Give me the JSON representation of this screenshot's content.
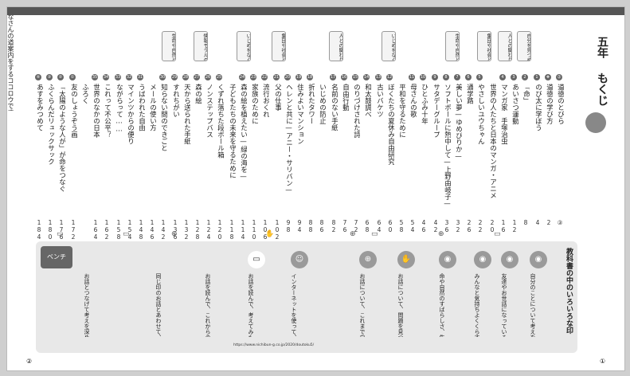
{
  "header": {
    "grade": "五年",
    "mokuji": "もくじ",
    "lead": "みなさんの道案内をするココロウです。しっかり学んでいきましょう。"
  },
  "entries": [
    {
      "num": "➂",
      "title": "道徳のとびら",
      "page": "③"
    },
    {
      "num": "❖",
      "title": "道徳の学び方",
      "page": "2"
    },
    {
      "num": "1",
      "title": "のび太に学ぼう",
      "page": "4"
    },
    {
      "num": "2",
      "title": "「命」",
      "page": "8"
    },
    {
      "num": "3",
      "title": "あいさつ運動",
      "page": "12"
    },
    {
      "num": "4",
      "title": "マンガ家　手塚治虫",
      "page": "16"
    },
    {
      "num": "",
      "title": "世界の人たちと日本のマンガ・アニメ",
      "page": "20"
    },
    {
      "num": "5",
      "title": "やさしいユウちゃん",
      "page": "22"
    },
    {
      "num": "6",
      "title": "通学路",
      "page": "26"
    },
    {
      "num": "7",
      "title": "美しい夢—ゆめぴりか—",
      "page": "32"
    },
    {
      "num": "8",
      "title": "ソフトボールに熱中して—上野由岐子—",
      "page": "36"
    },
    {
      "num": "9",
      "title": "サタデーグループ",
      "page": "42"
    },
    {
      "num": "10",
      "title": "ひとふみ十年",
      "page": "46"
    },
    {
      "num": "11",
      "title": "母さんの歌",
      "page": "54"
    },
    {
      "num": "",
      "title": "平和を守るために",
      "page": "58"
    },
    {
      "num": "12",
      "title": "ぼくたちの夏休み自由研究",
      "page": "60"
    },
    {
      "num": "13",
      "title": "古いバケツ",
      "page": "64"
    },
    {
      "num": "14",
      "title": "和太鼓調べ",
      "page": "68"
    },
    {
      "num": "15",
      "title": "のりづけされた詩",
      "page": "72"
    },
    {
      "num": "16",
      "title": "自由行動",
      "page": "76"
    },
    {
      "num": "17",
      "title": "名前のない手紙",
      "page": "82"
    },
    {
      "num": "",
      "title": "いじめの防止",
      "page": "86"
    },
    {
      "num": "18",
      "title": "折れたタワー",
      "page": "88"
    },
    {
      "num": "19",
      "title": "住みよいマンション",
      "page": "94"
    },
    {
      "num": "20",
      "title": "ヘレンと共に—アニー・サリバン—",
      "page": "98"
    },
    {
      "num": "21",
      "title": "父の仕事",
      "page": "102"
    },
    {
      "num": "22",
      "title": "流行おくれ",
      "page": "106"
    },
    {
      "num": "23",
      "title": "家族のために",
      "page": "110"
    },
    {
      "num": "24",
      "title": "森の絵を植えたい—緑の海を—",
      "page": "114"
    },
    {
      "num": "",
      "title": "子どもたちの未来を守るために",
      "page": "118"
    },
    {
      "num": "25",
      "title": "くずれ落ちた段ボール箱",
      "page": "120"
    },
    {
      "num": "26",
      "title": "ノンステップバス",
      "page": "124"
    },
    {
      "num": "27",
      "title": "森の絵",
      "page": "128"
    },
    {
      "num": "28",
      "title": "天から送られた手紙",
      "page": "132"
    },
    {
      "num": "29",
      "title": "すれちがい",
      "page": "136"
    },
    {
      "num": "30",
      "title": "知らない間のできごと",
      "page": "142"
    },
    {
      "num": "",
      "title": "メールの使い方",
      "page": "146"
    },
    {
      "num": "31",
      "title": "うばわれた自由",
      "page": "148"
    },
    {
      "num": "32",
      "title": "マインツからの便り",
      "page": "154"
    },
    {
      "num": "33",
      "title": "ながらって……",
      "page": "158"
    },
    {
      "num": "34",
      "title": "これって不公平？",
      "page": "162"
    },
    {
      "num": "35",
      "title": "世界のなかの日本",
      "page": "164"
    },
    {
      "num": "",
      "title": "ふろく",
      "page": ""
    },
    {
      "num": "①",
      "title": "友のしょうぞう画",
      "page": "172"
    },
    {
      "num": "②",
      "title": "「太陽のような人が」が命をつなぐ",
      "page": "176"
    },
    {
      "num": "③",
      "title": "ふくらんだリュックサック",
      "page": "180"
    },
    {
      "num": "④",
      "title": "あすをみつめて",
      "page": "184"
    }
  ],
  "categories": [
    {
      "label": "自分を見つめて"
    },
    {
      "label": "人との関わりの中で"
    },
    {
      "label": "集団や社会と関わって"
    },
    {
      "label": "生命や自然と関わって"
    },
    {
      "label": "いじめをなくそう"
    },
    {
      "label": "人との関わりの中で"
    },
    {
      "label": "集団や社会と関わって"
    },
    {
      "label": "いじめをなくそう"
    },
    {
      "label": "情報モラルの中で"
    },
    {
      "label": "生命や自然と関わって"
    }
  ],
  "bottom": {
    "title": "教科書の中のいろいろな印",
    "cards": [
      {
        "text": "自分のことについて考えを深めます。"
      },
      {
        "text": "友達やお世話になっている人の気持ちも考えます。"
      },
      {
        "text": "みんなと気持ちよくくらすことを考えます。"
      },
      {
        "text": "命や自然のすばらしさ、生きる喜びを考えましょう。"
      },
      {
        "text": "お話について、問題を見つけ、よく考えて話し合いましょう。"
      },
      {
        "text": "お話について、これまで自分が経験してきたことを生かして考えましょう。"
      },
      {
        "text": "インターネットを使って、下のホームページにある資料を見ましょう。"
      },
      {
        "text": "お話を読んで、考えてみたいことです。"
      },
      {
        "text": "お話を読んで、これからの自分に生かしていきたいことです。"
      },
      {
        "text": "同じ印のお話とあわせて、学習することができます。自分で読んでみてもよいでしょう。"
      },
      {
        "text": "お話とつなげて考えを深めるページです。"
      }
    ],
    "url": "https://www.nichibun-g.co.jp/2020/doutoku5/",
    "bench": "ベンチ"
  },
  "pages": {
    "left": "②",
    "right": "①"
  }
}
